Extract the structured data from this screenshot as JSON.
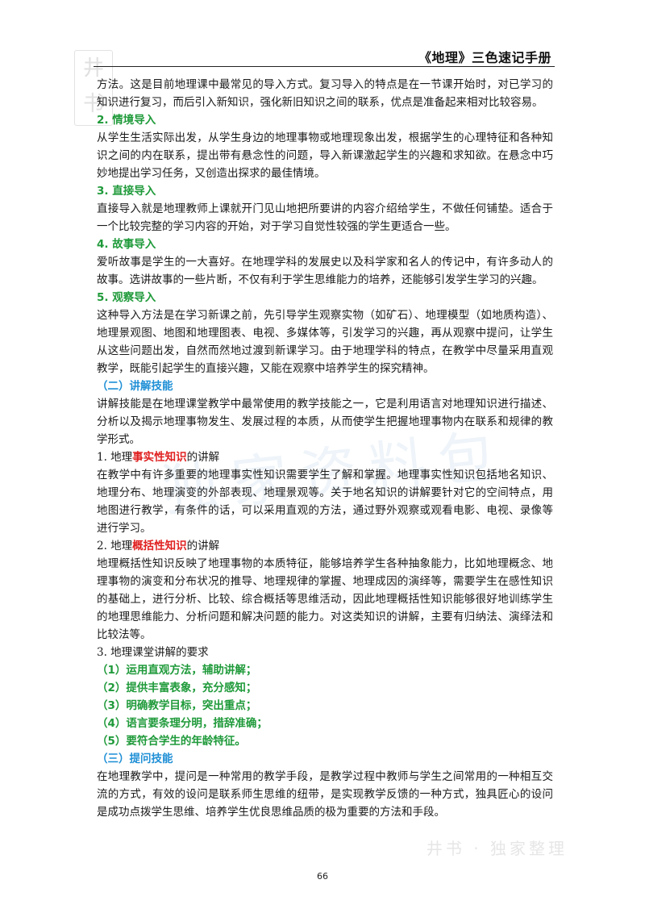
{
  "header": {
    "title": "《地理》三色速记手册"
  },
  "watermark": {
    "left_stamp": "井书",
    "center": "独家资料包",
    "bottom": "井书 · 独家整理"
  },
  "content": {
    "intro": "方法。这是目前地理课中最常见的导入方式。复习导入的特点是在一节课开始时，对已学习的知识进行复习，而后引入新知识，强化新旧知识之间的联系，优点是准备起来相对比较容易。",
    "s2_title": "2. 情境导入",
    "s2_body": "从学生生活实际出发，从学生身边的地理事物或地理现象出发，根据学生的心理特征和各种知识之间的内在联系，提出带有悬念性的问题，导入新课激起学生的兴趣和求知欲。在悬念中巧妙地提出学习任务，又创造出探求的最佳情境。",
    "s3_title": "3. 直接导入",
    "s3_body": "直接导入就是地理教师上课就开门见山地把所要讲的内容介绍给学生，不做任何铺垫。适合于一个比较完整的学习内容的开始，对于学习自觉性较强的学生更适合一些。",
    "s4_title": "4. 故事导入",
    "s4_body": "爱听故事是学生的一大喜好。在地理学科的发展史以及科学家和名人的传记中，有许多动人的故事。选讲故事的一些片断，不仅有利于学生思维能力的培养，还能够引发学生学习的兴趣。",
    "s5_title": "5. 观察导入",
    "s5_body": "这种导入方法是在学习新课之前，先引导学生观察实物（如矿石）、地理模型（如地质构造）、地理景观图、地图和地理图表、电视、多媒体等，引发学习的兴趣，再从观察中提问，让学生从这些问题出发，自然而然地过渡到新课学习。由于地理学科的特点，在教学中尽量采用直观教学，既能引起学生的直接兴趣，又能在观察中培养学生的探究精神。",
    "part2_title": "（二）讲解技能",
    "part2_body": "讲解技能是在地理课堂教学中最常使用的教学技能之一，它是利用语言对地理知识进行描述、分析以及揭示地理事物发生、发展过程的本质，从而使学生把握地理事物内在联系和规律的教学形式。",
    "k1_prefix": "1. 地理",
    "k1_key": "事实性知识",
    "k1_suffix": "的讲解",
    "k1_body": "在教学中有许多重要的地理事实性知识需要学生了解和掌握。地理事实性知识包括地名知识、地理分布、地理演变的外部表现、地理景观等。关于地名知识的讲解要针对它的空间特点，用地图进行教学，有条件的话，可以采用直观的方法，通过野外观察或观看电影、电视、录像等进行学习。",
    "k2_prefix": "2. 地理",
    "k2_key": "概括性知识",
    "k2_suffix": "的讲解",
    "k2_body": "地理概括性知识反映了地理事物的本质特征，能够培养学生各种抽象能力，比如地理概念、地理事物的演变和分布状况的推导、地理规律的掌握、地理成因的演绎等，需要学生在感性知识的基础上，进行分析、比较、综合概括等思维活动，因此地理概括性知识能够很好地训练学生的地理思维能力、分析问题和解决问题的能力。对这类知识的讲解，主要有归纳法、演绎法和比较法等。",
    "k3_title": "3. 地理课堂讲解的要求",
    "requirements": [
      "（1）运用直观方法，辅助讲解；",
      "（2）提供丰富表象，充分感知；",
      "（3）明确教学目标，突出重点；",
      "（4）语言要条理分明，措辞准确；",
      "（5）要符合学生的年龄特征。"
    ],
    "part3_title": "（三）提问技能",
    "part3_body": "在地理教学中，提问是一种常用的教学手段，是教学过程中教师与学生之间常用的一种相互交流的方式，有效的设问是联系师生思维的纽带，是实现教学反馈的一种方式，独具匠心的设问是成功点拨学生思维、培养学生优良思维品质的极为重要的方法和手段。"
  },
  "footer": {
    "page_number": "66"
  }
}
